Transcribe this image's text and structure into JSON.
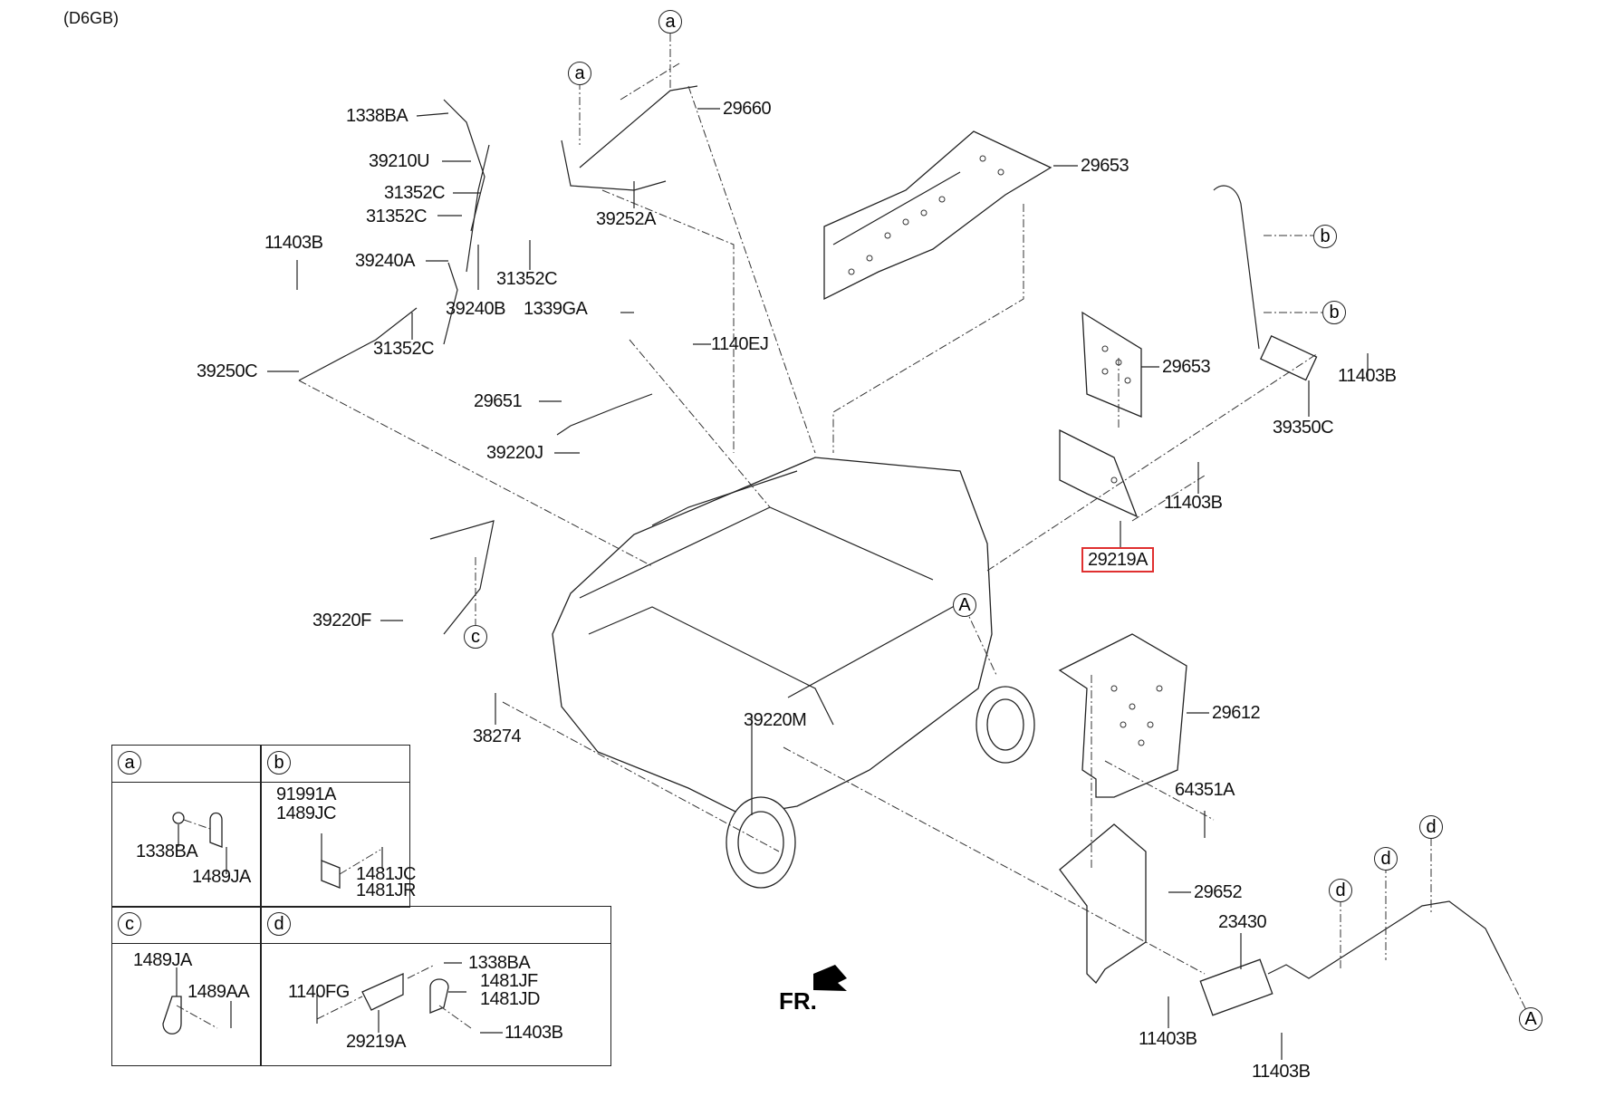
{
  "diagram": {
    "engine_code": "(D6GB)",
    "front_indicator": "FR.",
    "highlight_color": "#e03030",
    "highlighted_part": "29219A",
    "labels": {
      "p1338BA_top": "1338BA",
      "p39210U": "39210U",
      "p31352C_1": "31352C",
      "p31352C_2": "31352C",
      "p11403B_left": "11403B",
      "p39240A": "39240A",
      "p31352C_3": "31352C",
      "p39240B": "39240B",
      "p1339GA": "1339GA",
      "p31352C_4": "31352C",
      "p39250C": "39250C",
      "p1140EJ": "1140EJ",
      "p29651": "29651",
      "p29660": "29660",
      "p39252A": "39252A",
      "p29653_top": "29653",
      "p29653_mid": "29653",
      "p39220J": "39220J",
      "p39220F": "39220F",
      "p38274": "38274",
      "p39220M": "39220M",
      "p11403B_right1": "11403B",
      "p39350C": "39350C",
      "p11403B_right2": "11403B",
      "p29219A": "29219A",
      "p29612": "29612",
      "p64351A": "64351A",
      "p29652": "29652",
      "p23430": "23430",
      "p11403B_bot1": "11403B",
      "p11403B_bot2": "11403B"
    },
    "refs": {
      "a": "a",
      "b": "b",
      "c": "c",
      "d": "d",
      "A": "A"
    }
  },
  "detail_table": {
    "a": {
      "header": "a",
      "parts": [
        "1338BA",
        "1489JA"
      ]
    },
    "b": {
      "header": "b",
      "parts": [
        "91991A",
        "1489JC",
        "1481JC",
        "1481JR"
      ]
    },
    "c": {
      "header": "c",
      "parts": [
        "1489JA",
        "1489AA"
      ]
    },
    "d": {
      "header": "d",
      "parts": [
        "1338BA",
        "1481JF",
        "1481JD",
        "1140FG",
        "29219A",
        "11403B"
      ]
    }
  }
}
